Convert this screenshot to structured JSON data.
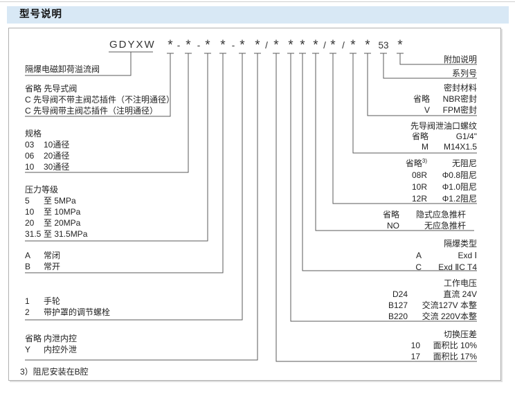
{
  "page": {
    "title": "型号说明"
  },
  "colors": {
    "header_bg": "#d8e8f5",
    "connector_line": "#5a5a5a",
    "text": "#222222",
    "box_border": "#b0b0b0"
  },
  "model_code": {
    "prefix": "GDYXW",
    "symbols": [
      "*",
      "-",
      "*",
      "-",
      "*",
      "*",
      "-",
      "*",
      "*",
      "/",
      "*",
      "*",
      "*",
      "*",
      "/",
      "*",
      "/",
      "*",
      "*",
      "53",
      "*"
    ]
  },
  "left_blocks": {
    "valve_name": {
      "label": "隔爆电磁卸荷溢流阀"
    },
    "pilot_type": {
      "rows": [
        "省略 先导式阀",
        "C 先导阀不带主阀芯插件（不注明通径）",
        "C 先导阀带主阀芯插件（注明通径）"
      ]
    },
    "size": {
      "title": "规格",
      "rows": [
        {
          "code": "03",
          "desc": "10通径"
        },
        {
          "code": "06",
          "desc": "20通径"
        },
        {
          "code": "10",
          "desc": "30通径"
        }
      ]
    },
    "pressure": {
      "title": "压力等级",
      "rows": [
        {
          "code": "5",
          "desc": "至 5MPa"
        },
        {
          "code": "10",
          "desc": "至 10MPa"
        },
        {
          "code": "20",
          "desc": "至 20MPa"
        },
        {
          "code": "31.5",
          "desc": "至 31.5MPa"
        }
      ]
    },
    "normal_state": {
      "rows": [
        {
          "code": "A",
          "desc": "常闭"
        },
        {
          "code": "B",
          "desc": "常开"
        }
      ]
    },
    "adjust": {
      "rows": [
        {
          "code": "1",
          "desc": "手轮"
        },
        {
          "code": "2",
          "desc": "带护罩的调节螺栓"
        }
      ]
    },
    "drain": {
      "rows": [
        {
          "code": "省略",
          "desc": "内泄内控"
        },
        {
          "code": "Y",
          "desc": "内控外泄"
        }
      ]
    }
  },
  "right_blocks": {
    "additional": {
      "label": "附加说明"
    },
    "series": {
      "label": "系列号"
    },
    "seal": {
      "title": "密封材料",
      "rows": [
        {
          "code": "省略",
          "desc": "NBR密封"
        },
        {
          "code": "V",
          "desc": "FPM密封"
        }
      ]
    },
    "drain_thread": {
      "title": "先导阀泄油口螺纹",
      "rows": [
        {
          "code": "省略",
          "desc": "G1/4\""
        },
        {
          "code": "M",
          "desc": "M14X1.5"
        }
      ]
    },
    "damping": {
      "rows": [
        {
          "code": "省略",
          "sup": "3)",
          "desc": "无阻尼"
        },
        {
          "code": "08R",
          "desc": "Φ0.8阻尼"
        },
        {
          "code": "10R",
          "desc": "Φ1.0阻尼"
        },
        {
          "code": "12R",
          "desc": "Φ1.2阻尼"
        }
      ]
    },
    "push_rod": {
      "rows": [
        {
          "code": "省略",
          "desc": "隐式应急推杆"
        },
        {
          "code": "NO",
          "desc": "无应急推杆"
        }
      ]
    },
    "ex_type": {
      "title": "隔爆类型",
      "rows": [
        {
          "code": "A",
          "desc": "Exd Ⅰ"
        },
        {
          "code": "C",
          "desc": "Exd ⅡC T4"
        }
      ]
    },
    "voltage": {
      "title": "工作电压",
      "rows": [
        {
          "code": "D24",
          "desc": "直流 24V"
        },
        {
          "code": "B127",
          "desc": "交流127V 本整"
        },
        {
          "code": "B220",
          "desc": "交流 220V本整"
        }
      ]
    },
    "pressure_diff": {
      "title": "切换压差",
      "rows": [
        {
          "code": "10",
          "desc": "面积比 10%"
        },
        {
          "code": "17",
          "desc": "面积比 17%"
        }
      ]
    }
  },
  "footnote": "3）阻尼安装在B腔"
}
